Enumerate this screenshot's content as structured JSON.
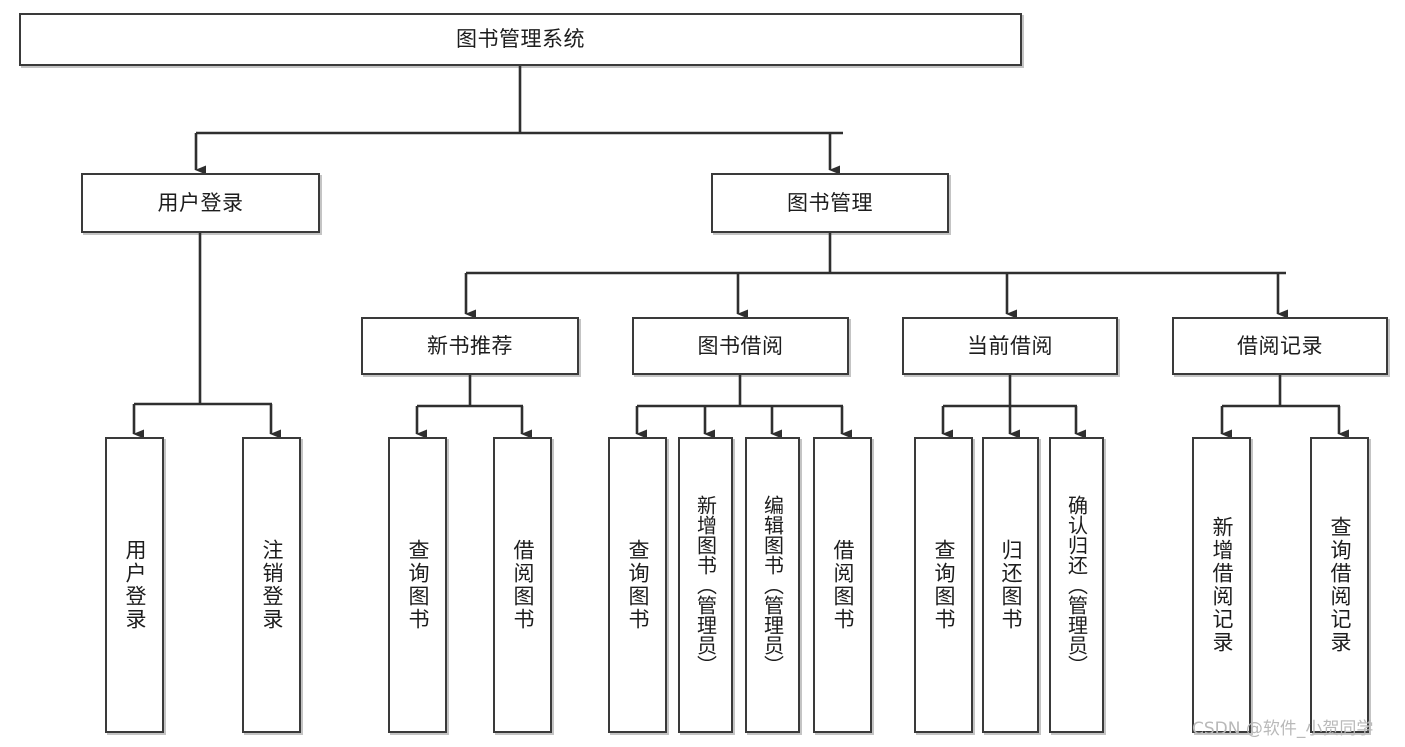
{
  "diagram": {
    "type": "tree-hierarchy-chart",
    "title": "图书管理系统",
    "watermark": "CSDN @软件_小贺同学",
    "colors": {
      "box_border": "#3a3a3a",
      "box_fill": "#ffffff",
      "edge": "#2f2f2f",
      "text": "#1d1d1d",
      "watermark": "#b9b9b9"
    },
    "nodes": {
      "root": {
        "label": "图书管理系统",
        "orientation": "horizontal"
      },
      "l2": [
        {
          "label": "用户登录",
          "orientation": "horizontal"
        },
        {
          "label": "图书管理",
          "orientation": "horizontal"
        }
      ],
      "l3": [
        {
          "label": "新书推荐",
          "orientation": "horizontal"
        },
        {
          "label": "图书借阅",
          "orientation": "horizontal"
        },
        {
          "label": "当前借阅",
          "orientation": "horizontal"
        },
        {
          "label": "借阅记录",
          "orientation": "horizontal"
        }
      ],
      "leaves_user_login": [
        {
          "label": "用户登录",
          "orientation": "vertical"
        },
        {
          "label": "注销登录",
          "orientation": "vertical"
        }
      ],
      "leaves_new_book": [
        {
          "label": "查询图书",
          "orientation": "vertical"
        },
        {
          "label": "借阅图书",
          "orientation": "vertical"
        }
      ],
      "leaves_borrow": [
        {
          "label": "查询图书",
          "orientation": "vertical"
        },
        {
          "label": "新增图书（管理员）",
          "orientation": "vertical"
        },
        {
          "label": "编辑图书（管理员）",
          "orientation": "vertical"
        },
        {
          "label": "借阅图书",
          "orientation": "vertical"
        }
      ],
      "leaves_current": [
        {
          "label": "查询图书",
          "orientation": "vertical"
        },
        {
          "label": "归还图书",
          "orientation": "vertical"
        },
        {
          "label": "确认归还（管理员）",
          "orientation": "vertical"
        }
      ],
      "leaves_records": [
        {
          "label": "新增借阅记录",
          "orientation": "vertical"
        },
        {
          "label": "查询借阅记录",
          "orientation": "vertical"
        }
      ]
    }
  }
}
